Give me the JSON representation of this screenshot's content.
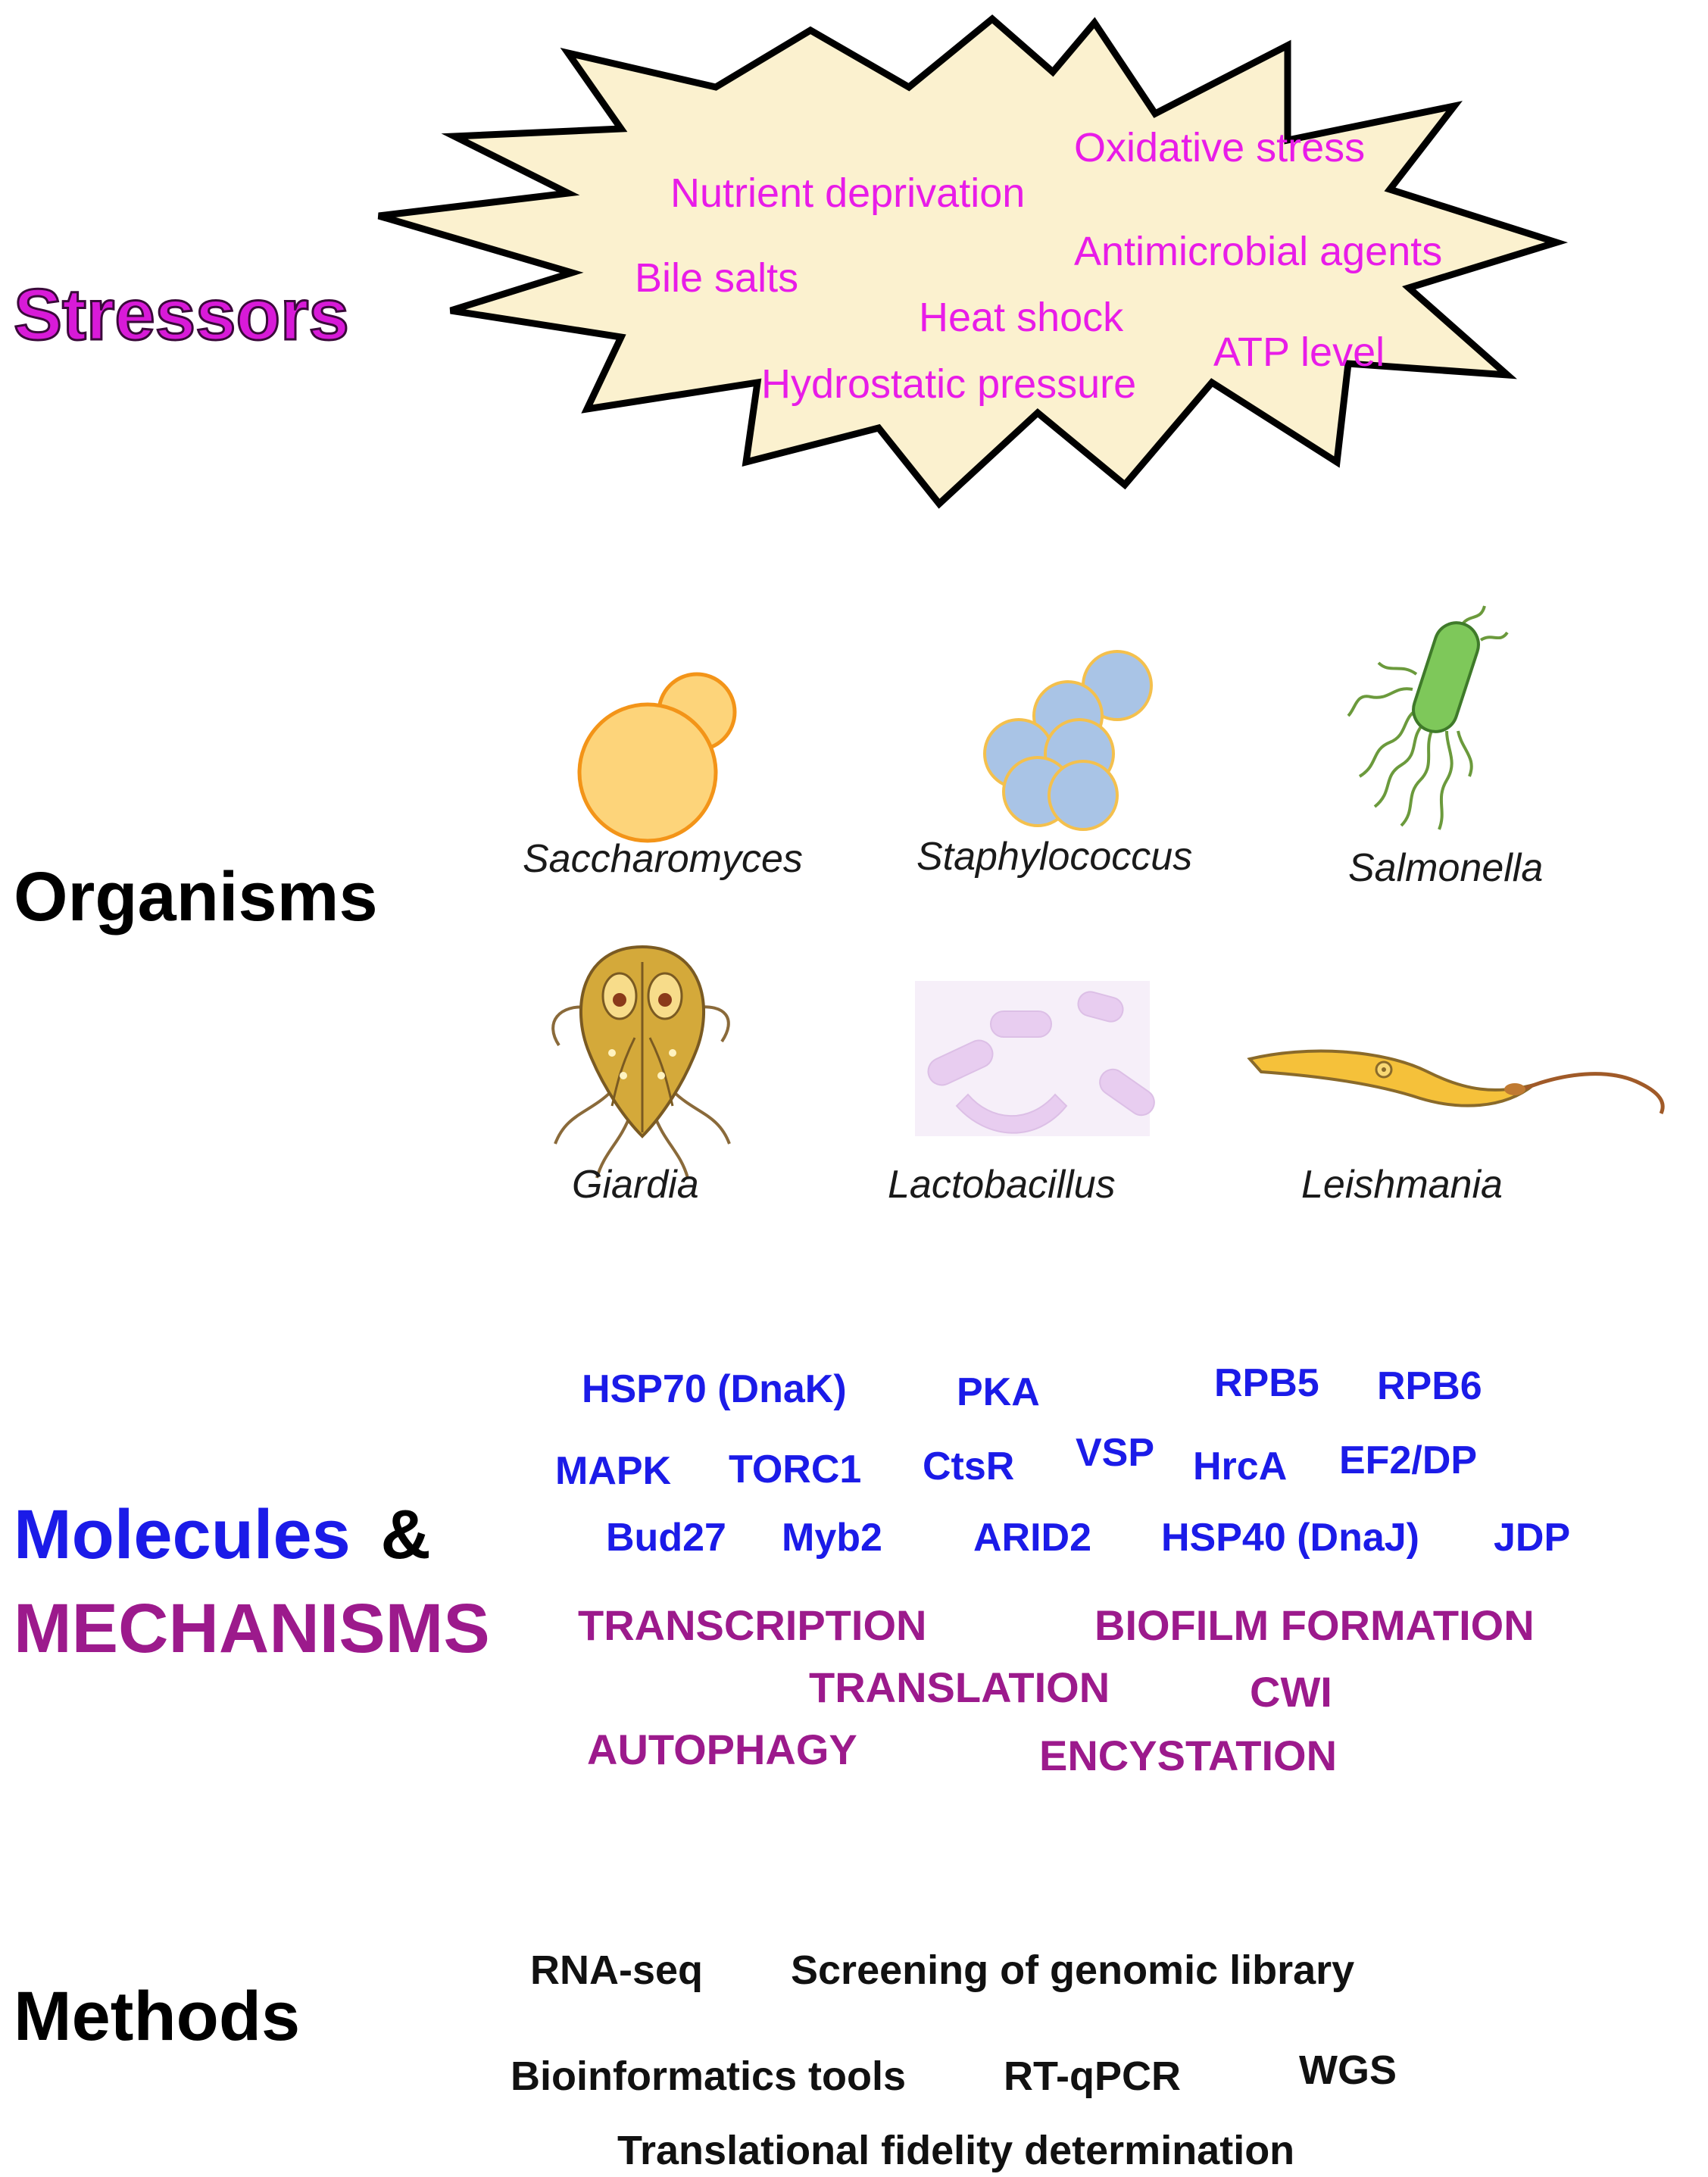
{
  "colors": {
    "stressors_title": "#d81ad8",
    "stressor_text": "#e81ce8",
    "burst_fill": "#fbf1cf",
    "organisms_title": "#000000",
    "molecules": "#1b1be8",
    "mechanisms": "#9c1a8c",
    "methods": "#111111"
  },
  "stressors": {
    "title": "Stressors",
    "items": [
      "Oxidative stress",
      "Nutrient deprivation",
      "Antimicrobial agents",
      "Bile salts",
      "Heat shock",
      "ATP level",
      "Hydrostatic pressure"
    ]
  },
  "organisms": {
    "title": "Organisms",
    "items": [
      {
        "name": "Saccharomyces",
        "icon": "yeast-cell-icon"
      },
      {
        "name": "Staphylococcus",
        "icon": "coccus-cluster-icon"
      },
      {
        "name": "Salmonella",
        "icon": "flagellated-rod-bacterium-icon"
      },
      {
        "name": "Giardia",
        "icon": "giardia-trophozoite-icon"
      },
      {
        "name": "Lactobacillus",
        "icon": "rod-bacteria-icon"
      },
      {
        "name": "Leishmania",
        "icon": "flagellate-parasite-icon"
      }
    ]
  },
  "molecules_mechanisms": {
    "title_molecules": "Molecules",
    "title_ampersand": "&",
    "title_mechanisms": "MECHANISMS",
    "molecules": [
      "HSP70 (DnaK)",
      "PKA",
      "RPB5",
      "RPB6",
      "MAPK",
      "TORC1",
      "CtsR",
      "VSP",
      "HrcA",
      "EF2/DP",
      "Bud27",
      "Myb2",
      "ARID2",
      "HSP40 (DnaJ)",
      "JDP"
    ],
    "mechanisms": [
      "TRANSCRIPTION",
      "BIOFILM FORMATION",
      "TRANSLATION",
      "CWI",
      "AUTOPHAGY",
      "ENCYSTATION"
    ]
  },
  "methods": {
    "title": "Methods",
    "items": [
      "RNA-seq",
      "Screening of genomic library",
      "Bioinformatics tools",
      "RT-qPCR",
      "WGS",
      "Translational fidelity determination"
    ]
  }
}
